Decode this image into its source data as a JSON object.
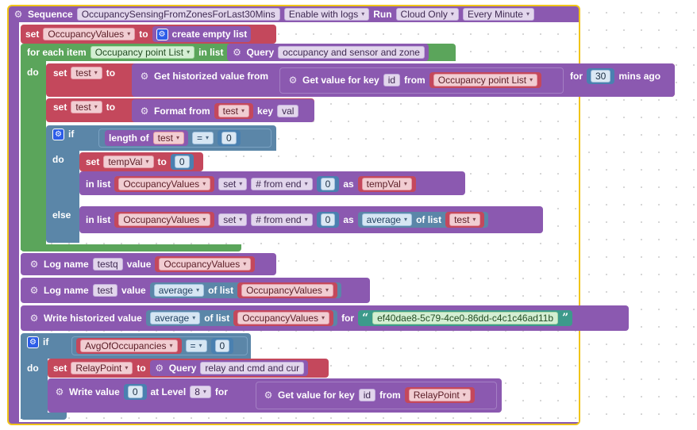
{
  "sequence": {
    "label": "Sequence",
    "name": "OccupancySensingFromZonesForLast30Mins",
    "logs": "Enable with logs",
    "run_label": "Run",
    "run": "Cloud Only",
    "frequency": "Every Minute"
  },
  "set1": {
    "set": "set",
    "var": "OccupancyValues",
    "to": "to",
    "create": "create empty list"
  },
  "foreach": {
    "label": "for each item",
    "item": "Occupancy point List",
    "in_list": "in list",
    "query": "Query",
    "query_text": "occupancy and sensor and zone"
  },
  "do_label": "do",
  "set_hist": {
    "set": "set",
    "var": "test",
    "to": "to",
    "get_hist": "Get historized value from",
    "get_value": "Get value for key",
    "key": "id",
    "from": "from",
    "list": "Occupancy point List",
    "for": "for",
    "num": "30",
    "unit": "mins ago"
  },
  "set_format": {
    "set": "set",
    "var": "test",
    "to": "to",
    "format": "Format from",
    "src": "test",
    "key_label": "key",
    "key": "val"
  },
  "if1": {
    "if": "if",
    "length_of": "length of",
    "var": "test",
    "op": "=",
    "num": "0"
  },
  "do2": {
    "do": "do",
    "set": "set",
    "var": "tempVal",
    "to": "to",
    "num": "0",
    "in_list": "in list",
    "list": "OccupancyValues",
    "mode": "set",
    "pos": "# from end",
    "pos_num": "0",
    "as": "as",
    "value": "tempVal"
  },
  "else": {
    "else": "else",
    "in_list": "in list",
    "list": "OccupancyValues",
    "mode": "set",
    "pos": "# from end",
    "pos_num": "0",
    "as": "as",
    "fn": "average",
    "of_list": "of list",
    "src": "test"
  },
  "log1": {
    "label": "Log name",
    "name": "testq",
    "value_label": "value",
    "value": "OccupancyValues"
  },
  "log2": {
    "label": "Log name",
    "name": "test",
    "value_label": "value",
    "fn": "average",
    "of_list": "of list",
    "value": "OccupancyValues"
  },
  "write_hist": {
    "label": "Write historized value",
    "fn": "average",
    "of_list": "of list",
    "list": "OccupancyValues",
    "for": "for",
    "open_quote": "“",
    "close_quote": "”",
    "id": "ef40dae8-5c79-4ce0-86dd-c4c1c46ad11b"
  },
  "if2": {
    "if": "if",
    "var": "AvgOfOccupancies",
    "op": "=",
    "num": "0"
  },
  "do3": {
    "do": "do",
    "set": "set",
    "var": "RelayPoint",
    "to": "to",
    "query": "Query",
    "query_text": "relay and cmd and cur",
    "write": "Write value",
    "num": "0",
    "at_level": "at  Level",
    "level": "8",
    "for": "for",
    "get_value": "Get value for key",
    "key": "id",
    "from": "from",
    "list": "RelayPoint"
  },
  "colors": {
    "sequence": "#8b59b0",
    "set": "#c4485c",
    "loop": "#5ba55b",
    "logic": "#5b86a8",
    "log": "#8b59b0",
    "border": "#f0c419"
  }
}
